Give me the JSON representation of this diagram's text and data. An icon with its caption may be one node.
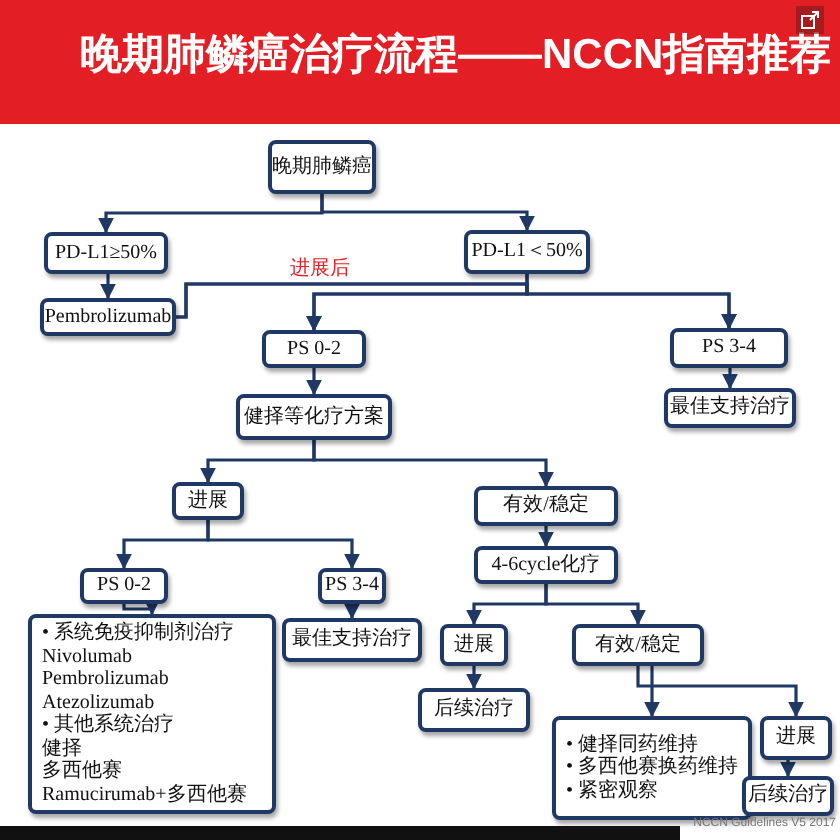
{
  "diagram": {
    "title": "晚期肺鳞癌治疗流程——NCCN指南推荐",
    "nodes": [
      {
        "text": [
          "晚期肺鳞癌"
        ]
      },
      {
        "text": [
          "PD-L1≥50%"
        ]
      },
      {
        "text": [
          "Pembrolizumab"
        ]
      },
      {
        "text": [
          "PD-L1＜50%"
        ]
      },
      {
        "text": [
          "PS 0-2"
        ]
      },
      {
        "text": [
          "PS 3-4"
        ]
      },
      {
        "text": [
          "健择等化疗方案"
        ]
      },
      {
        "text": [
          "最佳支持治疗"
        ]
      },
      {
        "text": [
          "进展"
        ]
      },
      {
        "text": [
          "有效/稳定"
        ]
      },
      {
        "text": [
          "PS 0-2"
        ]
      },
      {
        "text": [
          "PS 3-4"
        ]
      },
      {
        "text": [
          "• 系统免疫抑制剂治疗",
          "Nivolumab",
          "Pembrolizumab",
          "Atezolizumab",
          "• 其他系统治疗",
          "健择",
          "多西他赛",
          "Ramucirumab+多西他赛"
        ]
      },
      {
        "text": [
          "最佳支持治疗"
        ]
      },
      {
        "text": [
          "4-6cycle化疗"
        ]
      },
      {
        "text": [
          "进展"
        ]
      },
      {
        "text": [
          "有效/稳定"
        ]
      },
      {
        "text": [
          "后续治疗"
        ]
      },
      {
        "text": [
          "• 健择同药维持",
          "• 多西他赛换药维持",
          "• 紧密观察"
        ]
      },
      {
        "text": [
          "进展"
        ]
      },
      {
        "text": [
          "后续治疗"
        ]
      }
    ],
    "edges": [
      {
        "from": 0,
        "to": 1,
        "arrow": "to"
      },
      {
        "from": 0,
        "to": 3,
        "arrow": "to"
      },
      {
        "from": 1,
        "to": 2,
        "arrow": "to"
      },
      {
        "from": 3,
        "to": 4,
        "arrow": "to"
      },
      {
        "from": 3,
        "to": 5,
        "arrow": "to"
      },
      {
        "from": 2,
        "to": 4,
        "arrow": "to",
        "label": "进展后"
      },
      {
        "from": 2,
        "to": 5,
        "arrow": "to"
      },
      {
        "from": 4,
        "to": 6,
        "arrow": "to"
      },
      {
        "from": 5,
        "to": 7,
        "arrow": "to"
      },
      {
        "from": 6,
        "to": 8,
        "arrow": "to"
      },
      {
        "from": 6,
        "to": 9,
        "arrow": "to"
      },
      {
        "from": 8,
        "to": 10,
        "arrow": "to"
      },
      {
        "from": 8,
        "to": 11,
        "arrow": "to"
      },
      {
        "from": 10,
        "to": 12,
        "arrow": "to"
      },
      {
        "from": 11,
        "to": 13,
        "arrow": "to"
      },
      {
        "from": 9,
        "to": 14,
        "arrow": "to"
      },
      {
        "from": 14,
        "to": 15,
        "arrow": "to"
      },
      {
        "from": 14,
        "to": 16,
        "arrow": "to"
      },
      {
        "from": 15,
        "to": 17,
        "arrow": "to"
      },
      {
        "from": 16,
        "to": 18,
        "arrow": "to"
      },
      {
        "from": 16,
        "to": 19,
        "arrow": "to"
      },
      {
        "from": 19,
        "to": 20,
        "arrow": "to"
      }
    ],
    "labels": [
      "NCCN Guidelines V5 2017"
    ]
  }
}
